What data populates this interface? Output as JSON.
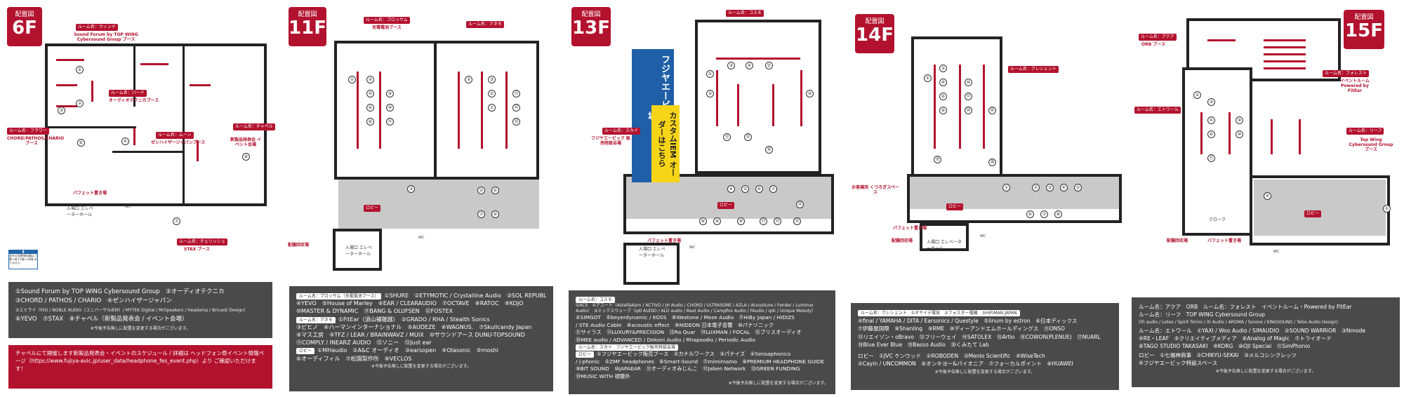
{
  "badge_label": "配置図",
  "panels": {
    "f6": {
      "floor": "6F",
      "rooms": [
        "ルーム名：ウィンド",
        "Sound Forum by TOP WING Cybersound Group ブース",
        "ルーム名：バード",
        "オーディオテクニカブース",
        "ルーム名：フラワー",
        "CHORD/PATHOS/CHARIO ブース",
        "ルーム名：ムーン",
        "ゼンハイザージャパンブース",
        "ルーム名：チャペル",
        "新製品発表会 イベント会場",
        "ルーム名：チェリッシュ",
        "STAX ブース"
      ],
      "buffet": "バフェット置き場",
      "elevator": "入場口 エレベーターホール",
      "wc": "WC",
      "info_note": "会社の判断物料備は 1階→地下1階→16階 ありません",
      "legend": [
        "①Sound Forum by TOP WING Cybersound Group　②オーディオテクニカ",
        "③CHORD / PATHOS / CHARIO　④ゼンハイザージャパン",
        "⑤エミライ（FiiO / NOBLE AUDIO（ユニバーサルIEM）/ MYTEK Digital / MrSpeakers / Headamp / Bricasti Design）",
        "⑥YEVO　⑦STAX　⑧チャペル（新製品発表会 / イベント会場）"
      ],
      "legend_note": "※今後予告無しに配置を変更する場合がございます。",
      "red_note": "チャペルにて開催します新製品発表会・イベントのスケジュール / 詳細は ヘッドフォン祭イベント情報ページ（https://www.fujiya-avic.jp/user_data/headphone_fes_event.php）より ご確認いただけます！"
    },
    "f11": {
      "floor": "11F",
      "rooms": [
        "ルーム名：ブロッサム",
        "充電電池ブース",
        "ルーム名：アネモ"
      ],
      "lobby": "ロビー",
      "elevator": "入場口 エレベーターホール",
      "buffet": "配膳回収場",
      "wc": "WC",
      "legend": [
        "ルーム名：ブロッサム（充電電池ブース）",
        "①SHURE　②ETYMOTIC / Crystalline Audio　③SOL REPUBLIC",
        "④YEVO　⑤House of Marley　⑥EAR / CLEARAUDIO　⑦OCTAVE　⑧RATOC　⑨KOJO",
        "⑩MASTER & DYNAMIC　⑪BANG & OLUFSEN　⑫FOSTEX",
        "ルーム名：アネモ",
        "①FitEar（須山補聴器）　②GRADO / RHA / Stealth Sonics",
        "③ピヒノ　④ハーマンインターナショナル　⑤AUDEZE　⑥WAGNUS.　⑦Skullcandy Japan",
        "⑧マス工房　⑨TFZ / LEAR / BRAINWAVZ / MUIX　⑩サウンドアース DUNU-TOPSOUND",
        "⑪COMPLY / INEARZ AUDIO　⑫ソニー　⑬Just ear",
        "ロビー",
        "①MHaudio　②A&C オーディオ　③earsopen　④Olasonic　⑤moshi",
        "⑥オーディフィル　⑦松園製作所　⑧VECLOS"
      ],
      "legend_note": "※今後予告無しに配置を変更する場合がございます。"
    },
    "f13": {
      "floor": "13F",
      "rooms": [
        "ルーム名：コスモ",
        "ルーム名：スカイ",
        "フジヤエービック 販売特設会場"
      ],
      "promo1": "フジヤエービック 特設販売会場",
      "promo2": "カスタムIEM オーダーはこちら",
      "lobby": "ロビー",
      "buffet": "バフェット置き場",
      "elevator": "入場口 エレベーターホール",
      "wc": "WC",
      "legend": [
        "ルーム名：コスモ",
        "①ACS　②アユート（Astell&Kern / ACTIVO / JH Audio / CHORD / ULTRASONE / AZLA / Acoustune / Fender / Luminox Audio）　③ミックスウェーブ（qdl AUDIO / ALO audio / Beat Audio / Campfire Audio / FAudio / qdc / Unique Melody）",
        "④SIMGOT　⑤beyerdynamic / KOSS　⑥Westone / Meze Audio　⑦HiBy Japan / HIDIZS",
        "/ STE Audio Cable　⑧acoustic effect　⑨NIDEON 日本電子音響　⑩パナソニック",
        "⑪サイラス　⑫LUXURY&PRECISION　⑬Ra Quar　⑭LUXMAN / FOCAL　⑮ブリスオーディオ",
        "⑯MEE audio / ADVANCED / Dekoni Audio / Rhapsodio / Periodic Audio",
        "ルーム名：スカイ　フジヤエービック販売特設会場",
        "ロビー",
        "①フジヤエービック販売ブース　②カナルワークス　③パナイズ　④Sensaphonics",
        "/ j-phonic　⑤ZMF headphones　⑥Smart-Sound　⑦mimimamo　⑧PREMIUM HEADPHONE GUIDE",
        "⑨BIT SOUND　⑩JAPAEAR　⑪オーディオみじんこ　⑫Jaben Network　⑬GREEN FUNDING",
        "⑭MUSIC WITH 視聴外"
      ],
      "legend_note": "※今後予告無しに配置を変更する場合がございます。"
    },
    "f14": {
      "floor": "14F",
      "rooms": [
        "ルーム名：クレシェント",
        "お客様用 くつろぎスペース"
      ],
      "lobby": "ロビー",
      "buffet": "バフェット置き場",
      "buffet2": "配膳回収場",
      "elevator": "入場口 エレベーターホール",
      "wc": "WC",
      "legend": [
        "ルーム名：クレシェント　①オヤイデ電気　②フォスター電機　③HIFIMAN JAPAN",
        "④final / YAMAHA / DITA / Earsonics / Questyle　⑤linum by estron　⑥日本ディックス",
        "⑦伊藤屋国際　⑧Shanling　⑨RME　⑩ディーアンドエムホールディングス　⑪ONSO",
        "⑫リエイゾン・oBravo　⑬フリーウェイ　⑭SATOLEX　⑮Artio　⑯COWON(PLENUE)　⑰NUARL",
        "⑱Blue Ever Blue　⑲Basso Audio　⑳くみたて Lab",
        "ロビー　①JVC ケンウッド　②ROBODEN　③Menlo Scientific　④WiseTech",
        "⑤Cayin / UNCOMMON　⑥オンキヨー&パイオニア　⑦フォーカルポイント　⑧HUAWEI"
      ],
      "legend_note": "※今後予告無しに配置を変更する場合がございます。"
    },
    "f15": {
      "floor": "15F",
      "rooms": [
        "ルーム名：アクア",
        "ORB ブース",
        "ルーム名：フォレスト",
        "イベントルーム Powered by FitEar",
        "ルーム名：エトワール",
        "ルーム名：リーフ",
        "Top Wing Cybersound Group ブース"
      ],
      "lobby": "ロビー",
      "cloak": "クローク",
      "buffet": "配膳回収場",
      "buffet2": "バフェット置き場",
      "wc": "WC",
      "legend": [
        "ルーム名：アクア　ORB　ルーム名：フォレスト　イベントルーム・Powered by FitEar",
        "ルーム名：リーフ　TOP WING Cybersound Group",
        "(iFi audio / Lotoo / Spirit Torino / XI Audio / AROMA / Sonore / KINGSOUND / Telos Audio Design)",
        "ルーム名：エトワール　①YAXI / Woo Audio / SIMAUDIO　②SOUND WARRIOR　③Nmode",
        "④RE・LEAF　⑤クリエイティブメディア　⑥Analog of Magic　⑦トライオード",
        "⑧TAGO STUDIO TAKASAKI　⑨KORG　⑩OJI Special　⑪SimPhonio",
        "ロビー　①七福神商事　②CHIKYU-SEKAI　③メルコシンクレッツ",
        "④フジヤエービック特設スペース"
      ],
      "legend_note": "※今後予告無しに配置を変更する場合がございます。"
    }
  }
}
